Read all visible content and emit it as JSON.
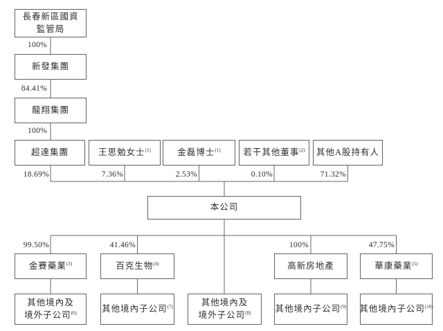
{
  "diagram": {
    "title": "shareholding-structure",
    "accent_color": "#606060",
    "background_color": "#ffffff",
    "nodes": {
      "regulator": {
        "line1": "長春新區國資",
        "line2": "監管局"
      },
      "xinfa": {
        "label": "新發集團"
      },
      "longxiang": {
        "label": "龍翔集團"
      },
      "chaoda": {
        "label": "超達集團"
      },
      "wang": {
        "label": "王思勉女士",
        "sup": "(1)"
      },
      "jin": {
        "label": "金磊博士",
        "sup": "(1)"
      },
      "directors": {
        "label": "若干其他董事",
        "sup": "(2)"
      },
      "public_a": {
        "label": "其他A股持有人"
      },
      "company": {
        "label": "本公司"
      },
      "ginsai": {
        "label": "金賽藥業",
        "sup": "(3)"
      },
      "baike": {
        "label": "百克生物",
        "sup": "(4)"
      },
      "gaoxin": {
        "label": "高新房地產"
      },
      "huakang": {
        "label": "華康藥業",
        "sup": "(5)"
      },
      "sub6": {
        "line1": "其他境內及",
        "line2": "境外子公司",
        "sup": "(6)"
      },
      "sub7": {
        "label": "其他境內子公司",
        "sup": "(7)"
      },
      "sub8": {
        "line1": "其他境內及",
        "line2": "境外子公司",
        "sup": "(8)"
      },
      "sub9": {
        "label": "其他境內子公司",
        "sup": "(9)"
      },
      "sub10": {
        "label": "其他境內子公司",
        "sup": "(10)"
      }
    },
    "percentages": {
      "regulator_to_xinfa": "100%",
      "xinfa_to_longxiang": "84.41%",
      "longxiang_to_chaoda": "100%",
      "chaoda_to_company": "18.69%",
      "wang_to_company": "7.36%",
      "jin_to_company": "2.53%",
      "directors_to_company": "0.10%",
      "public_to_company": "71.32%",
      "company_to_ginsai": "99.50%",
      "company_to_baike": "41.46%",
      "company_to_gaoxin": "100%",
      "company_to_huakang": "47.75%"
    }
  }
}
